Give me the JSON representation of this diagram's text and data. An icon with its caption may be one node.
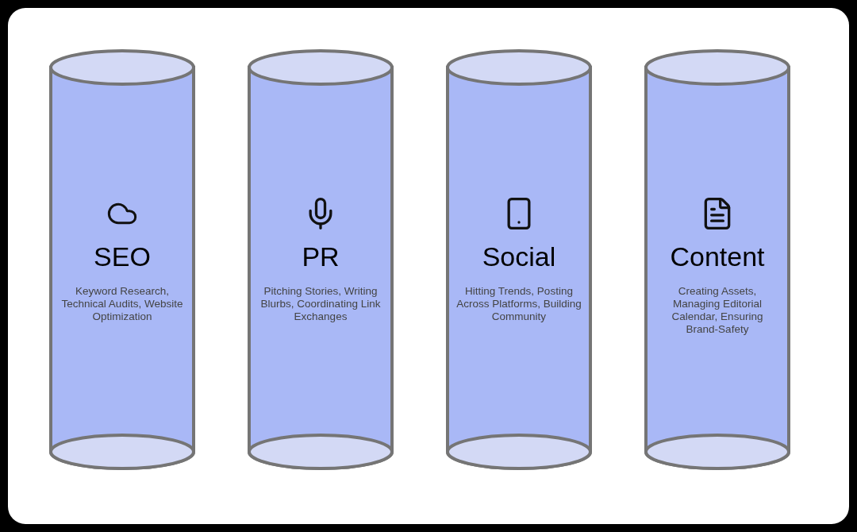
{
  "diagram": {
    "nodes": [
      {
        "text": [
          "SEO",
          "Keyword Research, Technical Audits, Website Optimization"
        ]
      },
      {
        "text": [
          "PR",
          "Pitching Stories, Writing Blurbs, Coordinating Link Exchanges"
        ]
      },
      {
        "text": [
          "Social",
          "Hitting Trends, Posting Across Platforms, Building Community"
        ]
      },
      {
        "text": [
          "Content",
          "Creating Assets, Managing Editorial Calendar, Ensuring Brand-Safety"
        ]
      }
    ]
  }
}
